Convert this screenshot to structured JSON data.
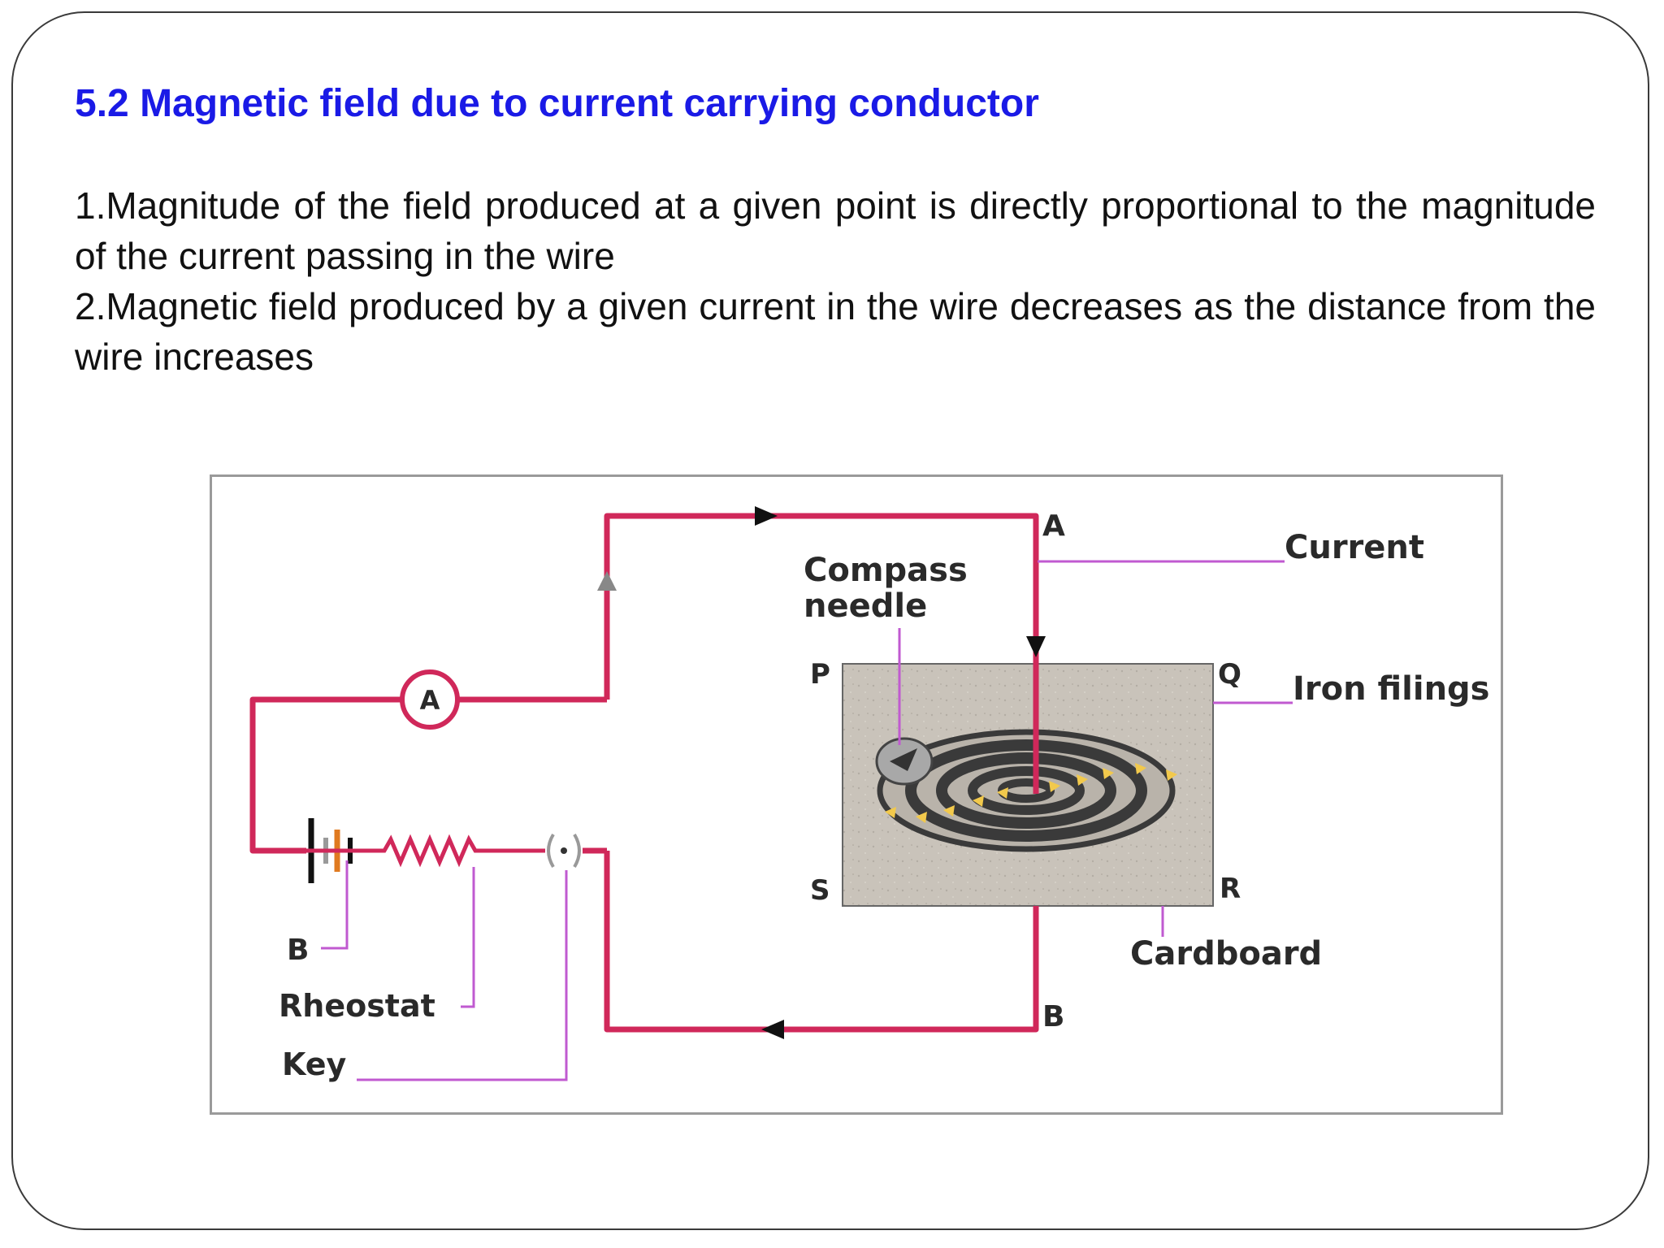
{
  "slide": {
    "title": "5.2 Magnetic field due to current carrying conductor",
    "points": [
      "1.Magnitude of the field produced at a given point is directly proportional to the magnitude of the current passing in the wire",
      "2.Magnetic field produced by a given current in the wire decreases as the distance from the wire increases"
    ]
  },
  "diagram": {
    "labels": {
      "point_a": "A",
      "point_b": "B",
      "current": "Current",
      "compass_line1": "Compass",
      "compass_line2": "needle",
      "corner_p": "P",
      "corner_q": "Q",
      "corner_r": "R",
      "corner_s": "S",
      "iron_filings": "Iron filings",
      "cardboard": "Cardboard",
      "ammeter": "A",
      "battery": "B",
      "rheostat": "Rheostat",
      "key": "Key"
    },
    "colors": {
      "wire": "#d0285a",
      "leader": "#c05ad0",
      "cardboard": "#c9c3ba",
      "rings": "#3a3a3a",
      "filings": "#f2c94c",
      "battery_accent": "#e07a20"
    }
  }
}
